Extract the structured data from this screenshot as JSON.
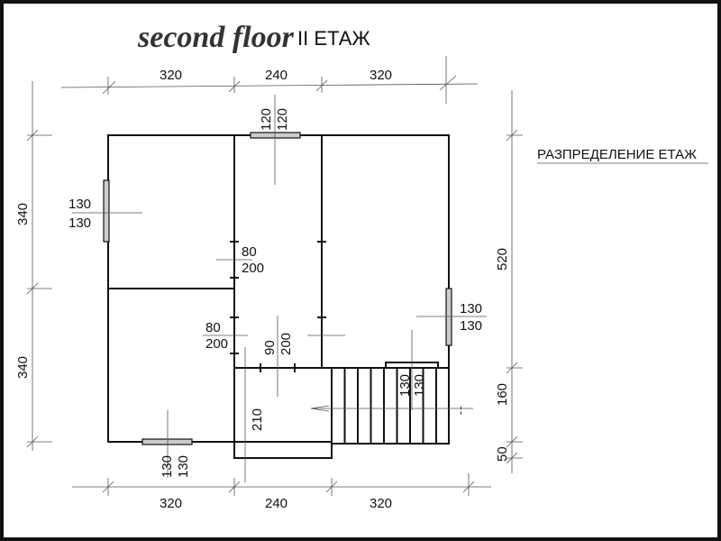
{
  "title": "second floor",
  "subtitle": "II ЕТАЖ",
  "legend_label": "РАЗПРЕДЕЛЕНИЕ ЕТАЖ",
  "dimensions": {
    "top": [
      "320",
      "240",
      "320"
    ],
    "bottom": [
      "320",
      "240",
      "320"
    ],
    "left": [
      "340",
      "340"
    ],
    "right": [
      "520",
      "160",
      "50"
    ]
  },
  "openings": {
    "top_window": [
      "120",
      "120"
    ],
    "left_window": [
      "130",
      "130"
    ],
    "right_window": [
      "130",
      "130"
    ],
    "bottom_window": [
      "130",
      "130"
    ],
    "stair_window": [
      "130",
      "130"
    ],
    "door_upper_left": [
      "80",
      "200"
    ],
    "door_lower_left": [
      "80",
      "200"
    ],
    "door_corridor": [
      "90",
      "200"
    ],
    "corridor_length": "210"
  }
}
